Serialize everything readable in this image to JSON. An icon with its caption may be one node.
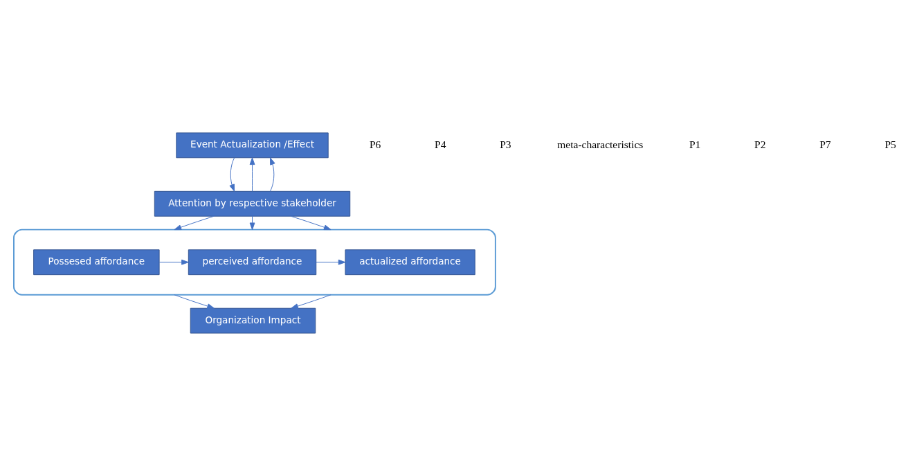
{
  "diagram": {
    "nodes": [
      {
        "text": [
          "Event Actualization /Effect"
        ]
      },
      {
        "text": [
          "Attention by respective stakeholder"
        ]
      },
      {
        "text": [],
        "shape": "box"
      },
      {
        "text": [
          "Possesed affordance"
        ],
        "in": 2
      },
      {
        "text": [
          "perceived affordance"
        ],
        "in": 2
      },
      {
        "text": [
          "actualized affordance"
        ],
        "in": 2
      },
      {
        "text": [
          "Organization Impact"
        ]
      }
    ],
    "edges": [
      {
        "from": 0,
        "to": 1,
        "arrow": "to"
      },
      {
        "from": 1,
        "to": 0,
        "arrow": "to"
      },
      {
        "from": 1,
        "to": 0,
        "arrow": "to"
      },
      {
        "from": 1,
        "to": 2,
        "arrow": "to"
      },
      {
        "from": 1,
        "to": 2,
        "arrow": "to"
      },
      {
        "from": 1,
        "to": 2,
        "arrow": "to"
      },
      {
        "from": 3,
        "to": 4,
        "arrow": "to"
      },
      {
        "from": 4,
        "to": 5,
        "arrow": "to"
      },
      {
        "from": 2,
        "to": 6,
        "arrow": "to"
      },
      {
        "from": 2,
        "to": 6,
        "arrow": "to"
      }
    ],
    "labels": [
      "P6",
      "P4",
      "P3",
      "meta-characteristics",
      "P1",
      "P2",
      "P7",
      "P5"
    ]
  }
}
